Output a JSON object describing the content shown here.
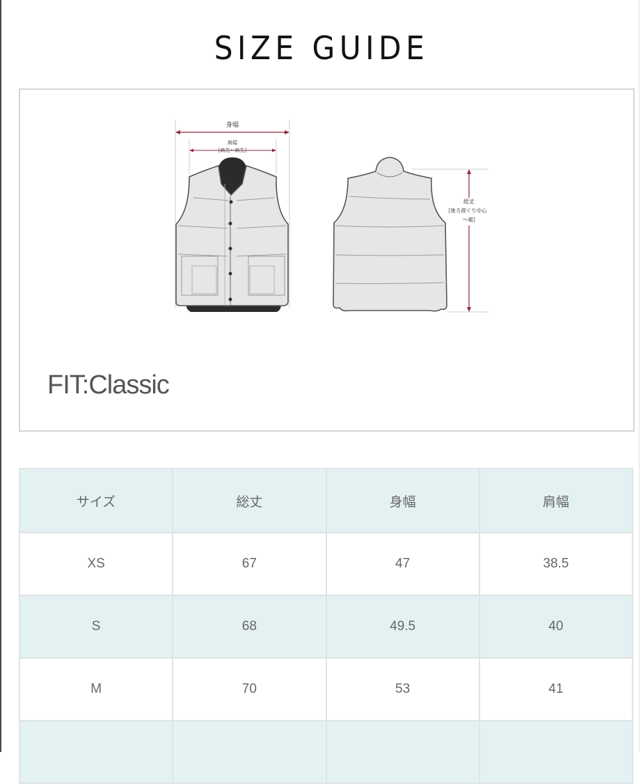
{
  "page": {
    "title": "SIZE GUIDE",
    "fit_label": "FIT:Classic"
  },
  "diagram": {
    "front_labels": {
      "body_width": "身幅",
      "shoulder_width": "肩幅",
      "shoulder_width_note": "[肩先〜肩先]"
    },
    "back_labels": {
      "total_length": "総丈",
      "total_length_note_1": "[後ろ襟ぐり中心",
      "total_length_note_2": "〜裾]"
    },
    "colors": {
      "arrow": "#8c2a3c",
      "vest_fill": "#e6e6e6",
      "vest_outline": "#555555",
      "lining": "#2b2b2b"
    }
  },
  "table": {
    "headers": [
      "サイズ",
      "総丈",
      "身幅",
      "肩幅"
    ],
    "rows": [
      [
        "XS",
        "67",
        "47",
        "38.5"
      ],
      [
        "S",
        "68",
        "49.5",
        "40"
      ],
      [
        "M",
        "70",
        "53",
        "41"
      ],
      [
        "",
        "",
        "",
        ""
      ]
    ],
    "colors": {
      "teal_row": "#e3f1f2",
      "border": "#e0e3e4",
      "text": "#666666"
    }
  }
}
